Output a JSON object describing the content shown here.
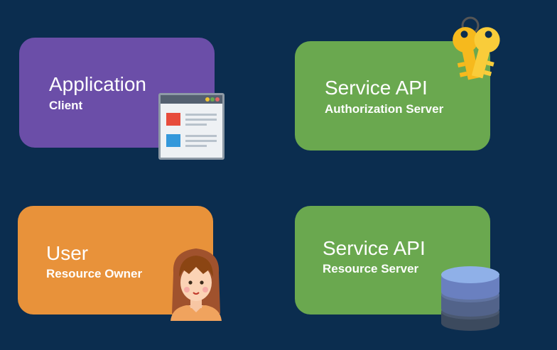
{
  "colors": {
    "background": "#0b2d4f",
    "client_card": "#6b4ea8",
    "owner_card": "#e8923a",
    "auth_server_card": "#6aa84f",
    "resource_server_card": "#6aa84f"
  },
  "cards": {
    "client": {
      "title": "Application",
      "subtitle": "Client",
      "icon": "browser-window-icon"
    },
    "auth_server": {
      "title": "Service API",
      "subtitle": "Authorization Server",
      "icon": "keys-icon"
    },
    "resource_owner": {
      "title": "User",
      "subtitle": "Resource Owner",
      "icon": "user-avatar-icon"
    },
    "resource_server": {
      "title": "Service API",
      "subtitle": "Resource Server",
      "icon": "database-icon"
    }
  }
}
